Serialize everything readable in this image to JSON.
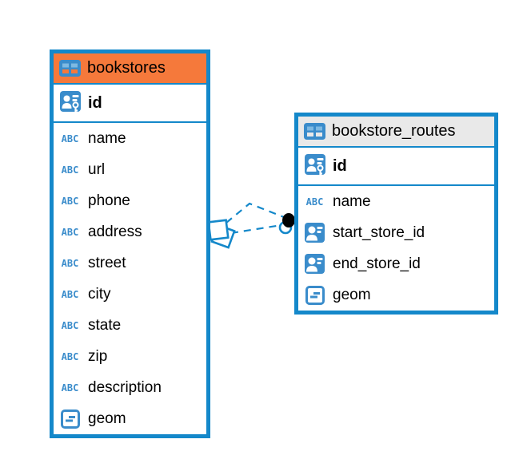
{
  "diagram": {
    "colors": {
      "table_border": "#1488CA",
      "icon_blue": "#3A8CCB",
      "icon_cell_light": "#7EB9E2",
      "relationship_line": "#1488CA",
      "marker_dot": "#000000",
      "text": "#000000"
    },
    "icon_labels": {
      "text_type": "ABC"
    },
    "tables": [
      {
        "name": "bookstores",
        "header_color": "#F5793B",
        "columns": [
          {
            "name": "id",
            "type_icon": "primary-key",
            "primary": true
          },
          {
            "name": "name",
            "type_icon": "text"
          },
          {
            "name": "url",
            "type_icon": "text"
          },
          {
            "name": "phone",
            "type_icon": "text"
          },
          {
            "name": "address",
            "type_icon": "text"
          },
          {
            "name": "street",
            "type_icon": "text"
          },
          {
            "name": "city",
            "type_icon": "text"
          },
          {
            "name": "state",
            "type_icon": "text"
          },
          {
            "name": "zip",
            "type_icon": "text"
          },
          {
            "name": "description",
            "type_icon": "text"
          },
          {
            "name": "geom",
            "type_icon": "geometry"
          }
        ]
      },
      {
        "name": "bookstore_routes",
        "header_color": "#E9E9E9",
        "columns": [
          {
            "name": "id",
            "type_icon": "primary-key",
            "primary": true
          },
          {
            "name": "name",
            "type_icon": "text"
          },
          {
            "name": "start_store_id",
            "type_icon": "foreign-key"
          },
          {
            "name": "end_store_id",
            "type_icon": "foreign-key"
          },
          {
            "name": "geom",
            "type_icon": "geometry"
          }
        ]
      }
    ],
    "relationships": [
      {
        "from_table": "bookstore_routes",
        "to_table": "bookstores",
        "line_style": "dashed"
      },
      {
        "from_table": "bookstore_routes",
        "to_table": "bookstores",
        "line_style": "dashed"
      }
    ]
  }
}
